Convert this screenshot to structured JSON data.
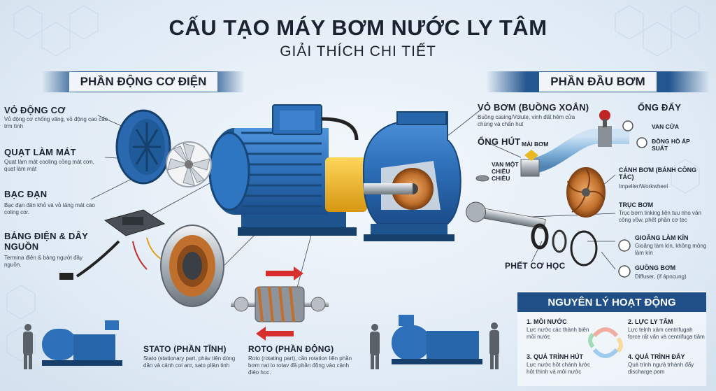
{
  "header": {
    "title": "CẤU TẠO MÁY BƠM NƯỚC LY TÂM",
    "subtitle": "GIẢI THÍCH CHI TIẾT"
  },
  "sections": {
    "motor": "PHẦN ĐỘNG CƠ ĐIỆN",
    "pump": "PHẦN ĐẦU BƠM"
  },
  "motor_parts": {
    "housing": {
      "label": "VỎ ĐỘNG CƠ",
      "desc": "Vỏ động cơ chống văng, vỏ động cao cấo trm tình"
    },
    "fan": {
      "label": "QUẠT LÀM MÁT",
      "desc": "Quạt làm mát cooling công mát cơn, quạt làm mát"
    },
    "bearing": {
      "label": "BẠC ĐẠN",
      "desc": "Bạc đạn đản khỏ và vỏ tảng mát cào coling cor."
    },
    "terminal": {
      "label": "BẢNG ĐIỆN & DÂY NGUỒN",
      "desc": "Termina điện & bảng ngưởi đây nguồn."
    },
    "stator": {
      "label": "STATO (PHẦN TĨNH)",
      "desc": "Stato (stationary part, phảv tiên dòng dần và cảnh coi anr, sato pllàn tinh"
    },
    "rotor": {
      "label": "ROTO (PHẦN ĐỘNG)",
      "desc": "Roto (rotating part), cần rotation liên phần bơm nat lo rotav đã phần động vào cảnh điẻo hoc."
    }
  },
  "pump_parts": {
    "volute": {
      "label": "VỎ BƠM (BUỒNG XOẮN)",
      "desc": "Buồng casing/Volute, vinh đất hêm cửa chúng và chấn hut"
    },
    "suction": {
      "label": "ỐNG HÚT"
    },
    "priming": {
      "label": "MÀI BƠM"
    },
    "check_valve": {
      "label": "VAN MỘT CHIỀU CHIỀU"
    },
    "discharge": {
      "label": "ỐNG ĐẨY"
    },
    "gate_valve": {
      "label": "VAN CỬA"
    },
    "gauge": {
      "label": "ĐỒNG HỒ ÁP SUẤT"
    },
    "impeller": {
      "label": "CÁNH BƠM (BÁNH CÔNG TÁC)",
      "desc": "Impeller/Workwheel"
    },
    "shaft": {
      "label": "TRỤC BƠM",
      "desc": "Trục bơm linking liên tuu nho vản công vồw, phết phần cơ tec"
    },
    "gasket": {
      "label": "GIOĂNG LÀM KÍN",
      "desc": "Gioăng làm kín, không mông làm kín"
    },
    "seal": {
      "label": "PHẾT CƠ HỌC"
    },
    "diffuser": {
      "label": "GUỒNG BƠM",
      "desc": "Diffuser, (if ápocung)"
    }
  },
  "operation": {
    "title": "NGUYÊN LÝ HOẠT ĐỘNG",
    "steps": [
      {
        "label": "1. MỒI NƯỚC",
        "desc": "Lực nước các thành biên mồi nước"
      },
      {
        "label": "2. LỰC LY TÂM",
        "desc": "Lực telnh xảm centrifugah force rất văn và centrifuga tiâm"
      },
      {
        "label": "3. QUÁ TRÌNH HÚT",
        "desc": "Lực nước hôt chánh lước hôt thình và môi nước"
      },
      {
        "label": "4. QUÁ TRÌNH ĐẨY",
        "desc": "Quá trình ngưả trhành đẩy discharge pom"
      }
    ]
  },
  "colors": {
    "banner": "#24568f",
    "motor_blue": "#2d6fb8",
    "coupling_yellow": "#f2b823",
    "copper": "#c0702c"
  }
}
